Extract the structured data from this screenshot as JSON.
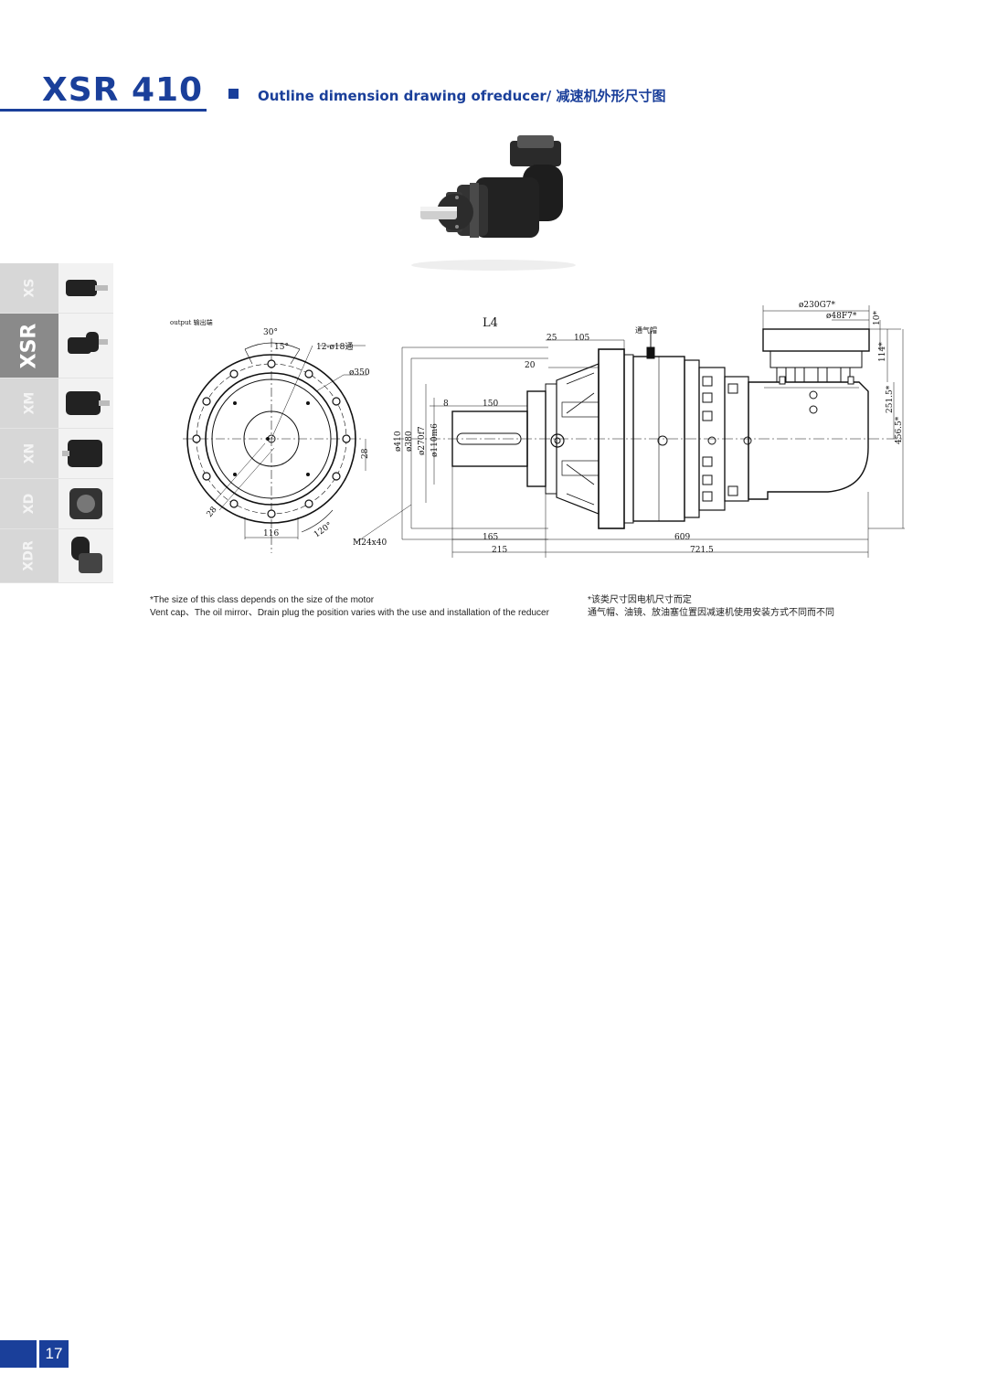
{
  "header": {
    "model": "XSR 410",
    "section": "Outline dimension drawing ofreducer/ 减速机外形尺寸图"
  },
  "sidebar": {
    "tabs": [
      {
        "label": "XS"
      },
      {
        "label": "XSR"
      },
      {
        "label": "XM"
      },
      {
        "label": "XN"
      },
      {
        "label": "XD"
      },
      {
        "label": "XDR"
      }
    ],
    "active": "XSR"
  },
  "drawing": {
    "output_label": "output  输出端",
    "motor_code": "L4",
    "vent_label": "通气帽",
    "front_view": {
      "angle_30": "30°",
      "angle_15": "15°",
      "holes": "12-ø18通",
      "pcd": "ø350",
      "dim_28_right": "28",
      "dim_28_left": "28",
      "dim_116": "116",
      "angle_120": "120°",
      "tap": "M24x40"
    },
    "side_view": {
      "d410": "ø410",
      "d380": "ø380",
      "d270": "ø270f7",
      "d110": "ø110m6",
      "len_8": "8",
      "len_150": "150",
      "len_20": "20",
      "len_25": "25",
      "len_105": "105",
      "len_165": "165",
      "len_215": "215",
      "len_609": "609",
      "len_721": "721.5",
      "d230": "ø230G7*",
      "d48": "ø48F7*",
      "h10": "10*",
      "h114": "114*",
      "h251": "251.5*",
      "h456": "456.5*"
    }
  },
  "notes": {
    "en_line1": "*The size of this class depends on the size of the motor",
    "en_line2": "Vent cap、The oil mirror、Drain plug the position varies with the use and installation of the reducer",
    "cn_line1": "*该类尺寸因电机尺寸而定",
    "cn_line2": "通气帽、油镜、放油塞位置因减速机使用安装方式不同而不同"
  },
  "footer": {
    "page_number": "17"
  }
}
